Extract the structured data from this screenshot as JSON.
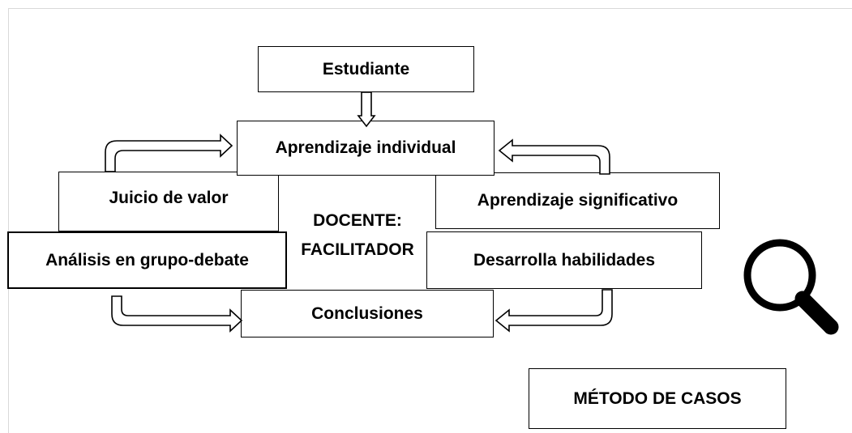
{
  "diagram": {
    "nodes": {
      "estudiante": "Estudiante",
      "aprendizaje_individual": "Aprendizaje individual",
      "juicio_de_valor": "Juicio de valor",
      "aprendizaje_significativo": "Aprendizaje significativo",
      "analisis_grupo": "Análisis en grupo-debate",
      "desarrolla_habilidades": "Desarrolla habilidades",
      "conclusiones": "Conclusiones",
      "docente_line1": "DOCENTE:",
      "docente_line2": "FACILITADOR"
    },
    "title": "MÉTODO DE CASOS",
    "icon": "magnifying-glass-icon",
    "colors": {
      "stroke": "#000000",
      "background": "#ffffff",
      "frame": "#d9d9d9"
    }
  }
}
